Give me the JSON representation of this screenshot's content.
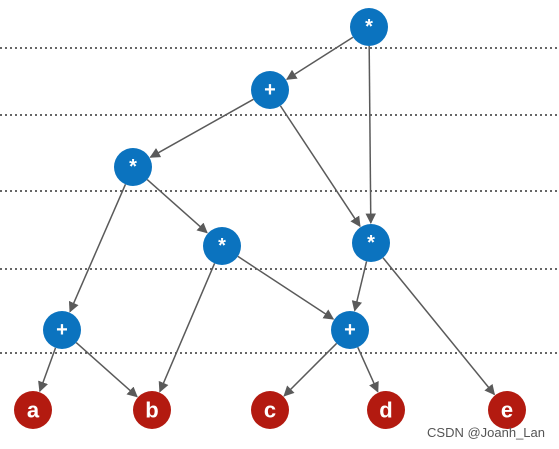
{
  "colors": {
    "operator": "#0b73bf",
    "operand": "#b31a10",
    "edge": "#5a5a5a",
    "level_line": "#333333",
    "label": "#ffffff"
  },
  "nodes": [
    {
      "id": "n1",
      "label": "*",
      "kind": "operator"
    },
    {
      "id": "n2",
      "label": "+",
      "kind": "operator"
    },
    {
      "id": "n3",
      "label": "*",
      "kind": "operator"
    },
    {
      "id": "n4",
      "label": "*",
      "kind": "operator"
    },
    {
      "id": "n5",
      "label": "*",
      "kind": "operator"
    },
    {
      "id": "n6",
      "label": "+",
      "kind": "operator"
    },
    {
      "id": "n7",
      "label": "+",
      "kind": "operator"
    },
    {
      "id": "a",
      "label": "a",
      "kind": "operand"
    },
    {
      "id": "b",
      "label": "b",
      "kind": "operand"
    },
    {
      "id": "c",
      "label": "c",
      "kind": "operand"
    },
    {
      "id": "d",
      "label": "d",
      "kind": "operand"
    },
    {
      "id": "e",
      "label": "e",
      "kind": "operand"
    }
  ],
  "edges": [
    {
      "from": "n1",
      "to": "n2"
    },
    {
      "from": "n1",
      "to": "n5"
    },
    {
      "from": "n2",
      "to": "n3"
    },
    {
      "from": "n2",
      "to": "n5"
    },
    {
      "from": "n3",
      "to": "n6"
    },
    {
      "from": "n3",
      "to": "n4"
    },
    {
      "from": "n4",
      "to": "b"
    },
    {
      "from": "n4",
      "to": "n7"
    },
    {
      "from": "n5",
      "to": "n7"
    },
    {
      "from": "n5",
      "to": "e"
    },
    {
      "from": "n6",
      "to": "a"
    },
    {
      "from": "n6",
      "to": "b"
    },
    {
      "from": "n7",
      "to": "c"
    },
    {
      "from": "n7",
      "to": "d"
    }
  ],
  "watermark": "CSDN @Joanh_Lan"
}
